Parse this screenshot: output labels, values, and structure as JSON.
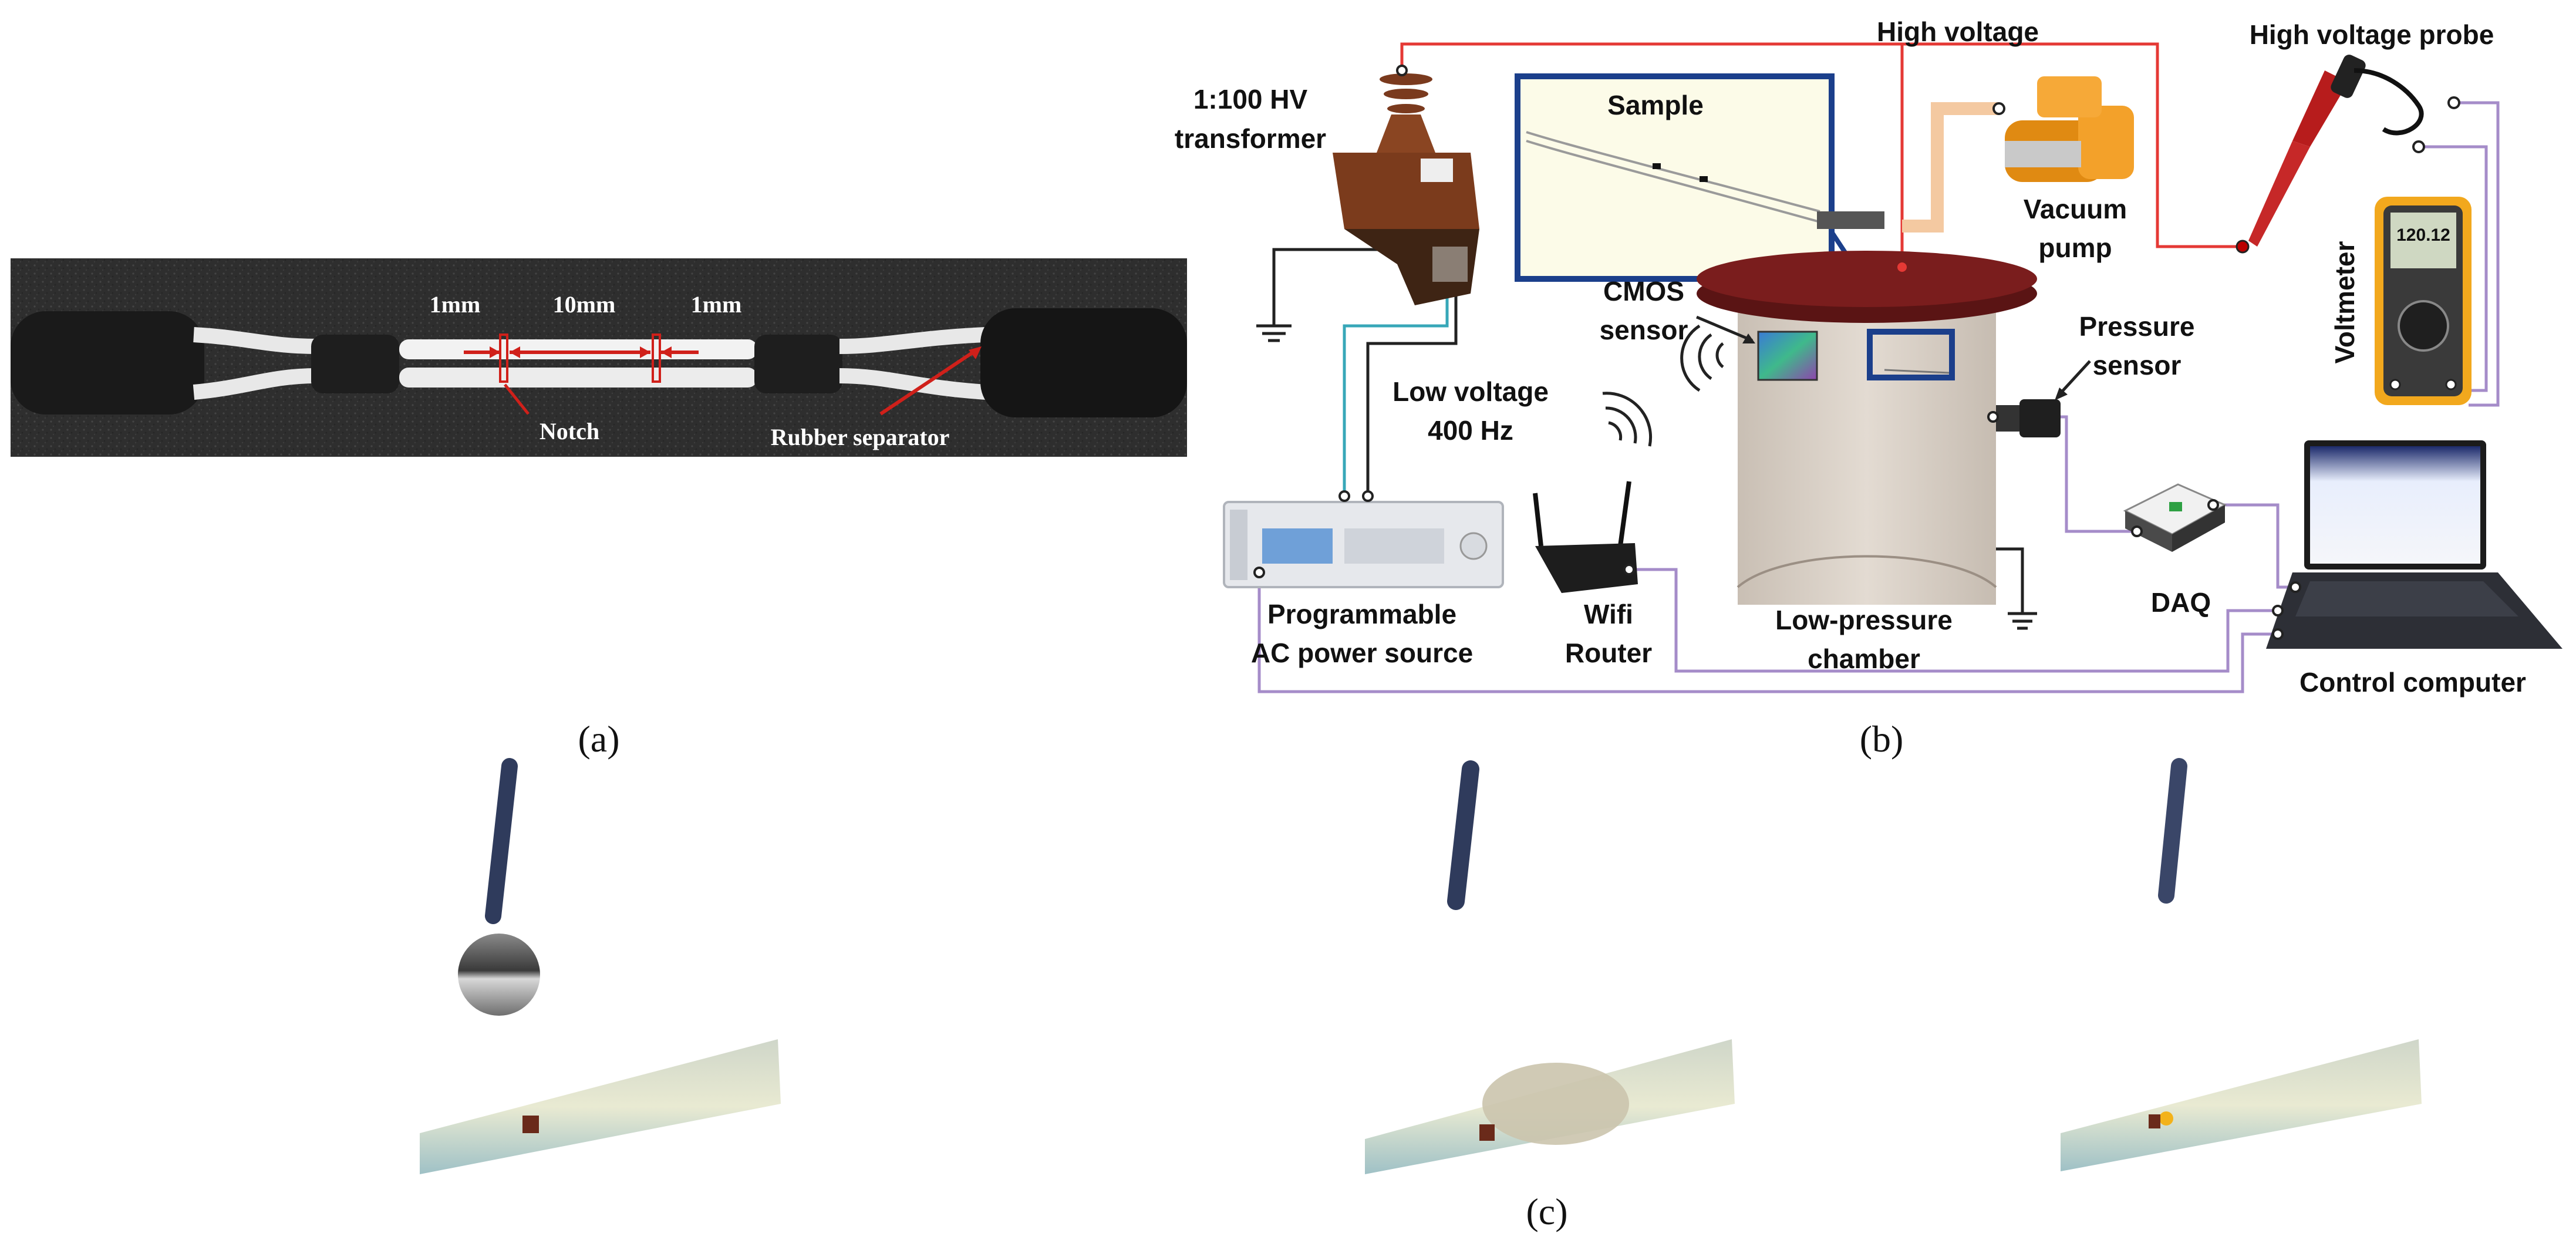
{
  "panel_a": {
    "caption": "(a)",
    "dim_left": "1mm",
    "dim_middle": "10mm",
    "dim_right": "1mm",
    "notch_label": "Notch",
    "separator_label": "Rubber separator"
  },
  "panel_b": {
    "caption": "(b)",
    "high_voltage": "High voltage",
    "hv_probe": "High voltage probe",
    "transformer_line1": "1:100 HV",
    "transformer_line2": "transformer",
    "sample": "Sample",
    "vacuum_line1": "Vacuum",
    "vacuum_line2": "pump",
    "voltmeter": "Voltmeter",
    "meter_reading": "120.12",
    "cmos_line1": "CMOS",
    "cmos_line2": "sensor",
    "pressure_line1": "Pressure",
    "pressure_line2": "sensor",
    "low_voltage_line1": "Low voltage",
    "low_voltage_line2": "400 Hz",
    "daq": "DAQ",
    "source_line1": "Programmable",
    "source_line2": "AC power source",
    "wifi_line1": "Wifi",
    "wifi_line2": "Router",
    "chamber_line1": "Low-pressure",
    "chamber_line2": "chamber",
    "computer": "Control computer"
  },
  "panel_c": {
    "caption": "(c)"
  },
  "colors": {
    "hv_wire": "#e53935",
    "signal_wire": "#a58cc9",
    "low_voltage_wire": "#37a7b8",
    "chamber_lid": "#6d1a1a",
    "chamber_body": "#d9d0c6",
    "highlight_box": "#1b3f8b",
    "dimension_red": "#d0201a"
  }
}
